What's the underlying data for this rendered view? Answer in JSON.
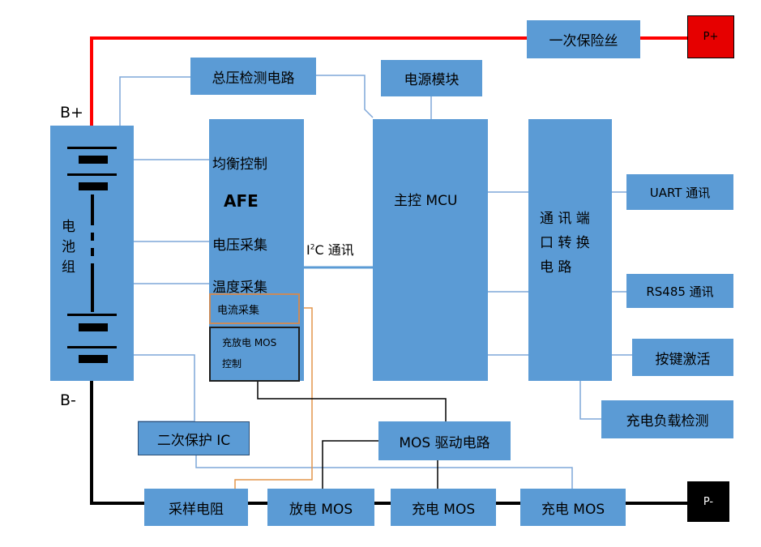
{
  "terminals": {
    "p_plus": "P+",
    "p_minus": "P-",
    "b_plus": "B+",
    "b_minus": "B-"
  },
  "battery": {
    "label_lines": [
      "电",
      "池",
      "组"
    ]
  },
  "fuse": "一次保险丝",
  "total_voltage_detect": "总压检测电路",
  "power_module": "电源模块",
  "afe": {
    "balance": "均衡控制",
    "title": "AFE",
    "voltage_sampling": "电压采集",
    "temperature_sampling": "温度采集",
    "current_sampling": "电流采集",
    "mos_control_line1": "充放电 MOS",
    "mos_control_line2": "控制"
  },
  "i2c_label_base": "I",
  "i2c_label_sup": "2",
  "i2c_label_rest": "C 通讯",
  "mcu": "主控 MCU",
  "comm_converter_lines": [
    "通 讯 端",
    "口 转 换",
    "电 路"
  ],
  "uart": "UART 通讯",
  "rs485": "RS485 通讯",
  "key_wakeup": "按键激活",
  "charge_load_detect": "充电负载检测",
  "secondary_protection": "二次保护 IC",
  "mos_driver": "MOS 驱动电路",
  "sampling_resistor": "采样电阻",
  "discharge_mos": "放电 MOS",
  "charge_mos_1": "充电 MOS",
  "charge_mos_2": "充电 MOS",
  "colors": {
    "box_fill": "#5b9bd5",
    "positive_line": "#ff0000",
    "p_plus_fill": "#e60000",
    "negative_line": "#000000",
    "signal_line": "#7fa7d8",
    "current_sense_line": "#e3954c"
  }
}
